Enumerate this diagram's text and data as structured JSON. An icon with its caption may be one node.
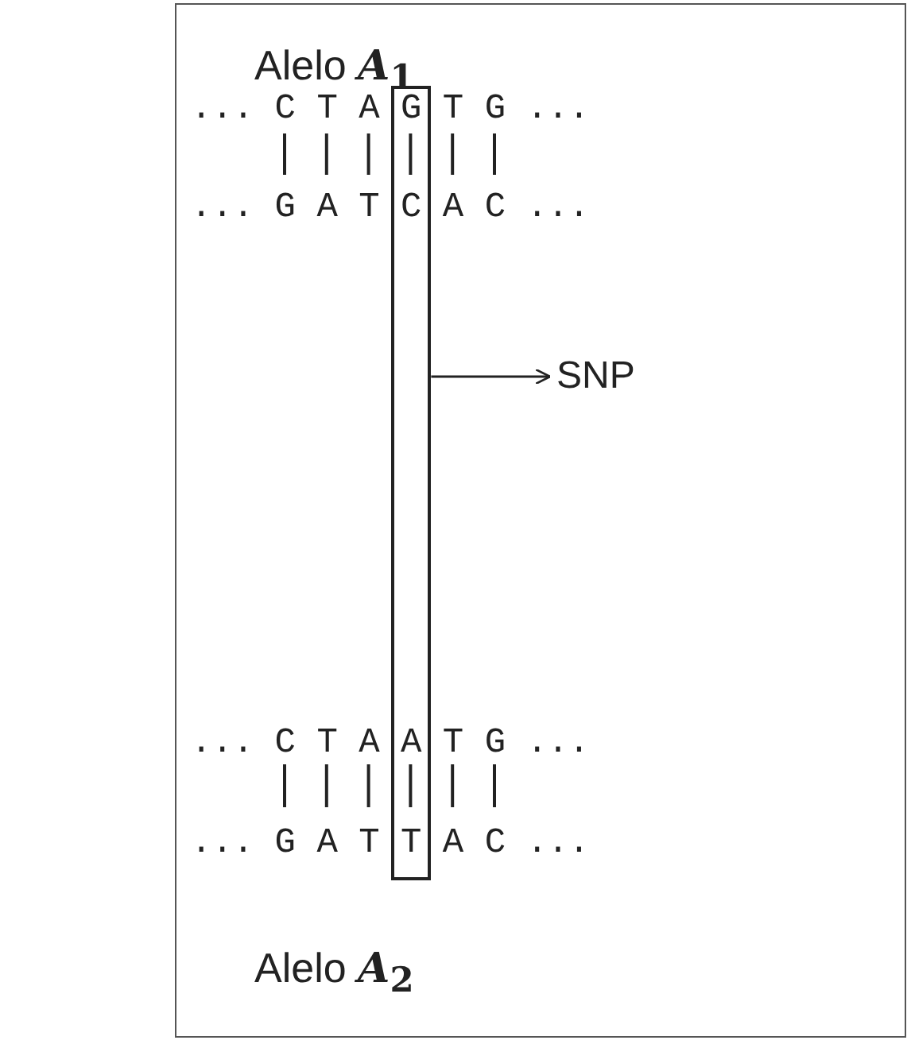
{
  "diagram": {
    "nodes": [
      {
        "text": [],
        "shape": "box"
      },
      {
        "text": [
          "SNP"
        ]
      }
    ],
    "edges": [
      {
        "from": 0,
        "to": 1,
        "arrow": "to"
      }
    ],
    "labels": [
      "Alelo **A**$_{1}$",
      "... C T A G T G ...",
      "... G A T C A C ...",
      "... C T A A T G ...",
      "... G A T T A C ...",
      "Alelo **A**$_{2}$"
    ]
  }
}
